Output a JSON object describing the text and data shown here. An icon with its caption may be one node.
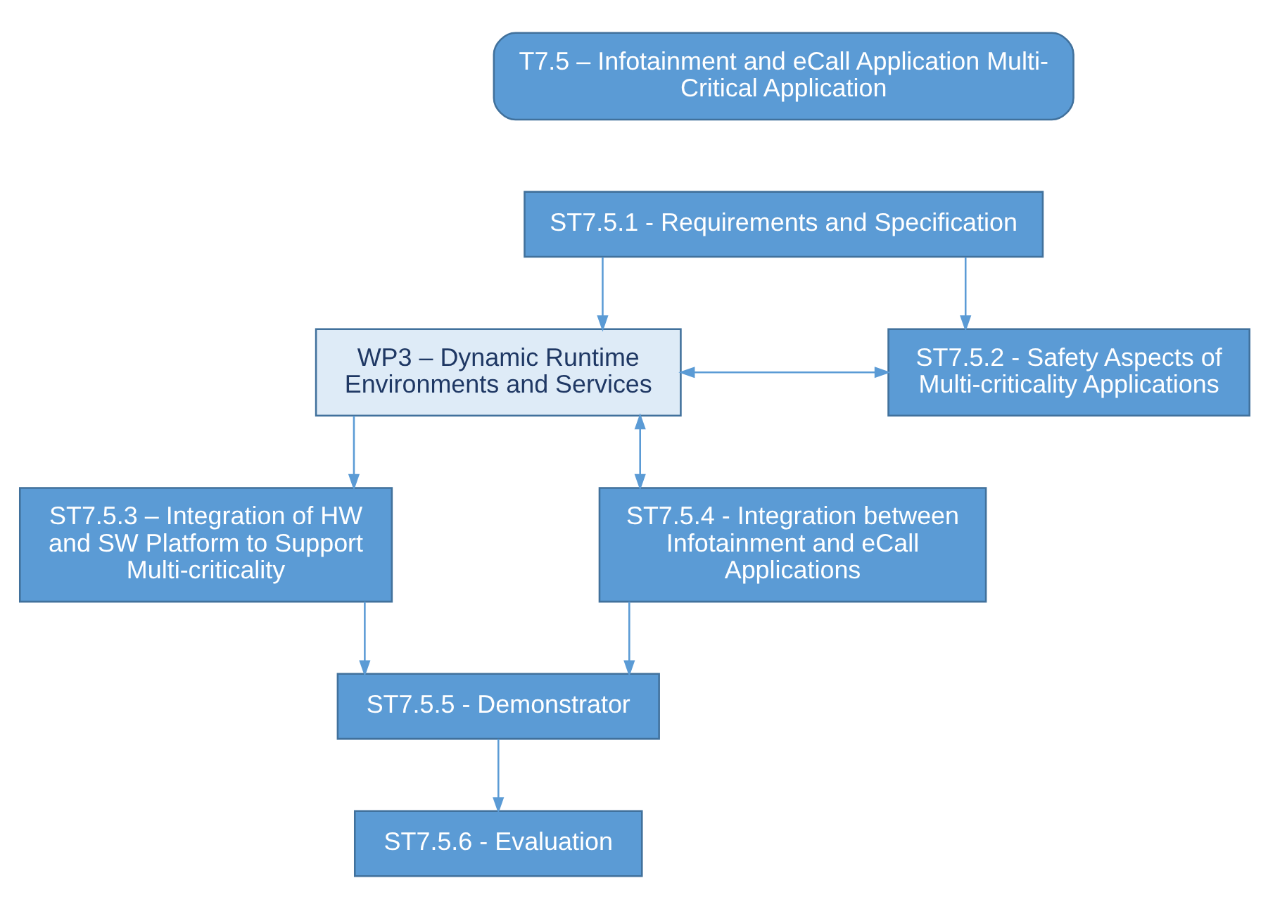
{
  "diagram": {
    "nodes": [
      {
        "text": [
          "T7.5 – Infotainment and eCall Application Multi-Critical Application"
        ]
      },
      {
        "text": [
          "ST7.5.1 - Requirements and Specification"
        ]
      },
      {
        "text": [
          "WP3 – Dynamic Runtime Environments and Services"
        ]
      },
      {
        "text": [
          "ST7.5.2 - Safety Aspects of Multi-criticality Applications"
        ]
      },
      {
        "text": [
          "ST7.5.3 – Integration of HW and SW Platform to Support Multi-criticality"
        ]
      },
      {
        "text": [
          "ST7.5.4 - Integration between Infotainment and eCall Applications"
        ]
      },
      {
        "text": [
          "ST7.5.5 - Demonstrator"
        ]
      },
      {
        "text": [
          "ST7.5.6 - Evaluation"
        ]
      }
    ],
    "edges": [
      {
        "from": 1,
        "to": 2,
        "arrow": "to"
      },
      {
        "from": 1,
        "to": 3,
        "arrow": "to"
      },
      {
        "from": 2,
        "to": 3,
        "arrow": "both"
      },
      {
        "from": 2,
        "to": 5,
        "arrow": "both"
      },
      {
        "from": 2,
        "to": 4,
        "arrow": "to"
      },
      {
        "from": 4,
        "to": 6,
        "arrow": "to"
      },
      {
        "from": 5,
        "to": 6,
        "arrow": "to"
      },
      {
        "from": 6,
        "to": 7,
        "arrow": "to"
      }
    ]
  }
}
